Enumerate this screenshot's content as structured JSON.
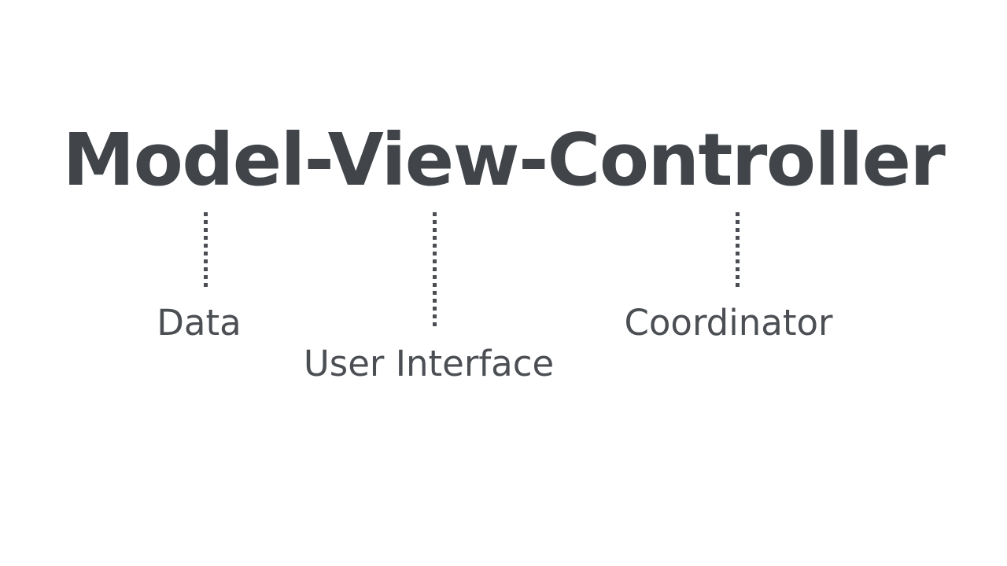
{
  "slide": {
    "background_color": "#ffffff",
    "title": {
      "text": "Model-View-Controller",
      "color": "#41454a"
    },
    "accent_color": "#4a4d52",
    "label_color": "#4b4e53",
    "annotations": [
      {
        "term": "Model",
        "label": "Data",
        "connector": "dotted-vertical-line"
      },
      {
        "term": "View",
        "label": "User Interface",
        "connector": "dotted-vertical-line"
      },
      {
        "term": "Controller",
        "label": "Coordinator",
        "connector": "dotted-vertical-line"
      }
    ]
  }
}
